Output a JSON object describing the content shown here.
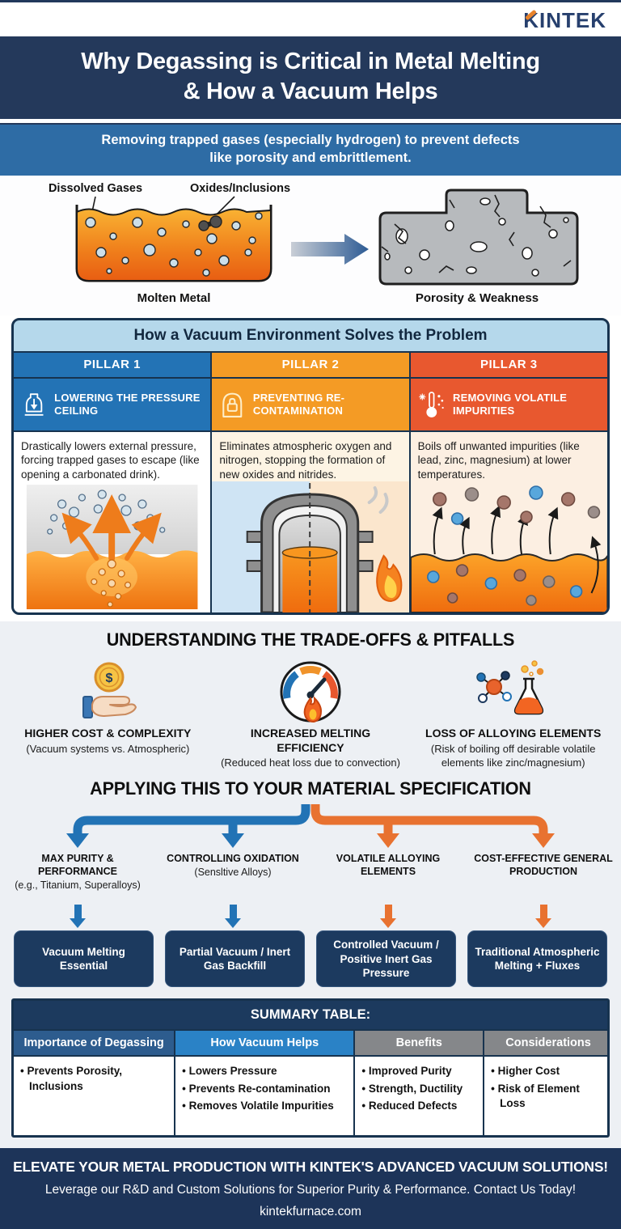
{
  "logo": {
    "text": "KINTEK"
  },
  "header": {
    "title_line1": "Why Degassing is Critical in Metal Melting",
    "title_line2": "& How a Vacuum Helps",
    "subtitle_line1": "Removing trapped gases (especially hydrogen) to prevent defects",
    "subtitle_line2": "like porosity and embrittlement."
  },
  "problem": {
    "label_dissolved_gases": "Dissolved Gases",
    "label_oxides_inclusions": "Oxides/Inclusions",
    "caption_molten": "Molten Metal",
    "caption_porosity": "Porosity & Weakness"
  },
  "solution": {
    "title": "How a Vacuum Environment Solves the Problem",
    "pillars": [
      {
        "name": "PILLAR 1",
        "heading": "LOWERING THE PRESSURE CEILING",
        "description": "Drastically lowers external pressure, forcing trapped gases to escape (like opening a carbonated drink).",
        "icon": "bell-jar-vacuum",
        "color": "#2373b5"
      },
      {
        "name": "PILLAR 2",
        "heading": "PREVENTING RE-CONTAMINATION",
        "description": "Eliminates atmospheric oxygen and nitrogen, stopping the formation of new oxides and nitrides.",
        "icon": "lock-dome",
        "color": "#f49b25"
      },
      {
        "name": "PILLAR 3",
        "heading": "REMOVING VOLATILE IMPURITIES",
        "description": "Boils off unwanted impurities (like lead, zinc, magnesium) at lower temperatures.",
        "icon": "thermometer",
        "color": "#e8582f"
      }
    ]
  },
  "tradeoffs": {
    "title": "UNDERSTANDING THE TRADE-OFFS & PITFALLS",
    "items": [
      {
        "heading": "HIGHER COST & COMPLEXITY",
        "detail": "(Vacuum systems vs. Atmospheric)",
        "icon": "coin-in-hand",
        "icon_symbol": "$"
      },
      {
        "heading": "INCREASED MELTING EFFICIENCY",
        "detail": "(Reduced heat loss due to convection)",
        "icon": "gauge-flame"
      },
      {
        "heading": "LOSS OF ALLOYING ELEMENTS",
        "detail": "(Risk of boiling off desirable volatile elements like zinc/magnesium)",
        "icon": "molecule-flask"
      }
    ]
  },
  "applying": {
    "title": "APPLYING THIS TO YOUR MATERIAL SPECIFICATION",
    "branches": [
      {
        "heading": "MAX PURITY & PERFORMANCE",
        "detail": "(e.g., Titanium, Superalloys)",
        "result": "Vacuum Melting Essential",
        "branch_color": "blue"
      },
      {
        "heading": "CONTROLLING OXIDATION",
        "detail": "(Sensltive Alloys)",
        "result": "Partial Vacuum / Inert Gas Backfill",
        "branch_color": "blue"
      },
      {
        "heading": "VOLATILE ALLOYING ELEMENTS",
        "result": "Controlled Vacuum / Positive Inert Gas Pressure",
        "branch_color": "orange"
      },
      {
        "heading": "COST-EFFECTIVE GENERAL PRODUCTION",
        "result": "Traditional Atmospheric Melting + Fluxes",
        "branch_color": "orange"
      }
    ]
  },
  "summary": {
    "title": "SUMMARY TABLE:",
    "columns": [
      {
        "header": "Importance of Degassing",
        "items": [
          "Prevents Porosity, Inclusions"
        ]
      },
      {
        "header": "How Vacuum Helps",
        "items": [
          "Lowers Pressure",
          "Prevents Re-contamination",
          "Removes Volatile Impurities"
        ]
      },
      {
        "header": "Benefits",
        "items": [
          "Improved Purity",
          "Strength, Ductility",
          "Reduced Defects"
        ]
      },
      {
        "header": "Considerations",
        "items": [
          "Higher Cost",
          "Risk of Element Loss"
        ]
      }
    ]
  },
  "footer": {
    "line1": "ELEVATE YOUR METAL PRODUCTION WITH KINTEK'S ADVANCED VACUUM SOLUTIONS!",
    "line2": "Leverage our R&D and Custom Solutions for Superior Purity & Performance. Contact Us Today!",
    "website": "kintekfurnace.com"
  },
  "colors": {
    "navy": "#24395b",
    "medium_blue": "#2e6ca5",
    "pillar_blue": "#2373b5",
    "pillar_orange": "#f49b25",
    "pillar_red_orange": "#e8582f",
    "panel_header_blue": "#b5d8eb",
    "result_box_navy": "#1c3a5f",
    "table_gray": "#85878a"
  }
}
